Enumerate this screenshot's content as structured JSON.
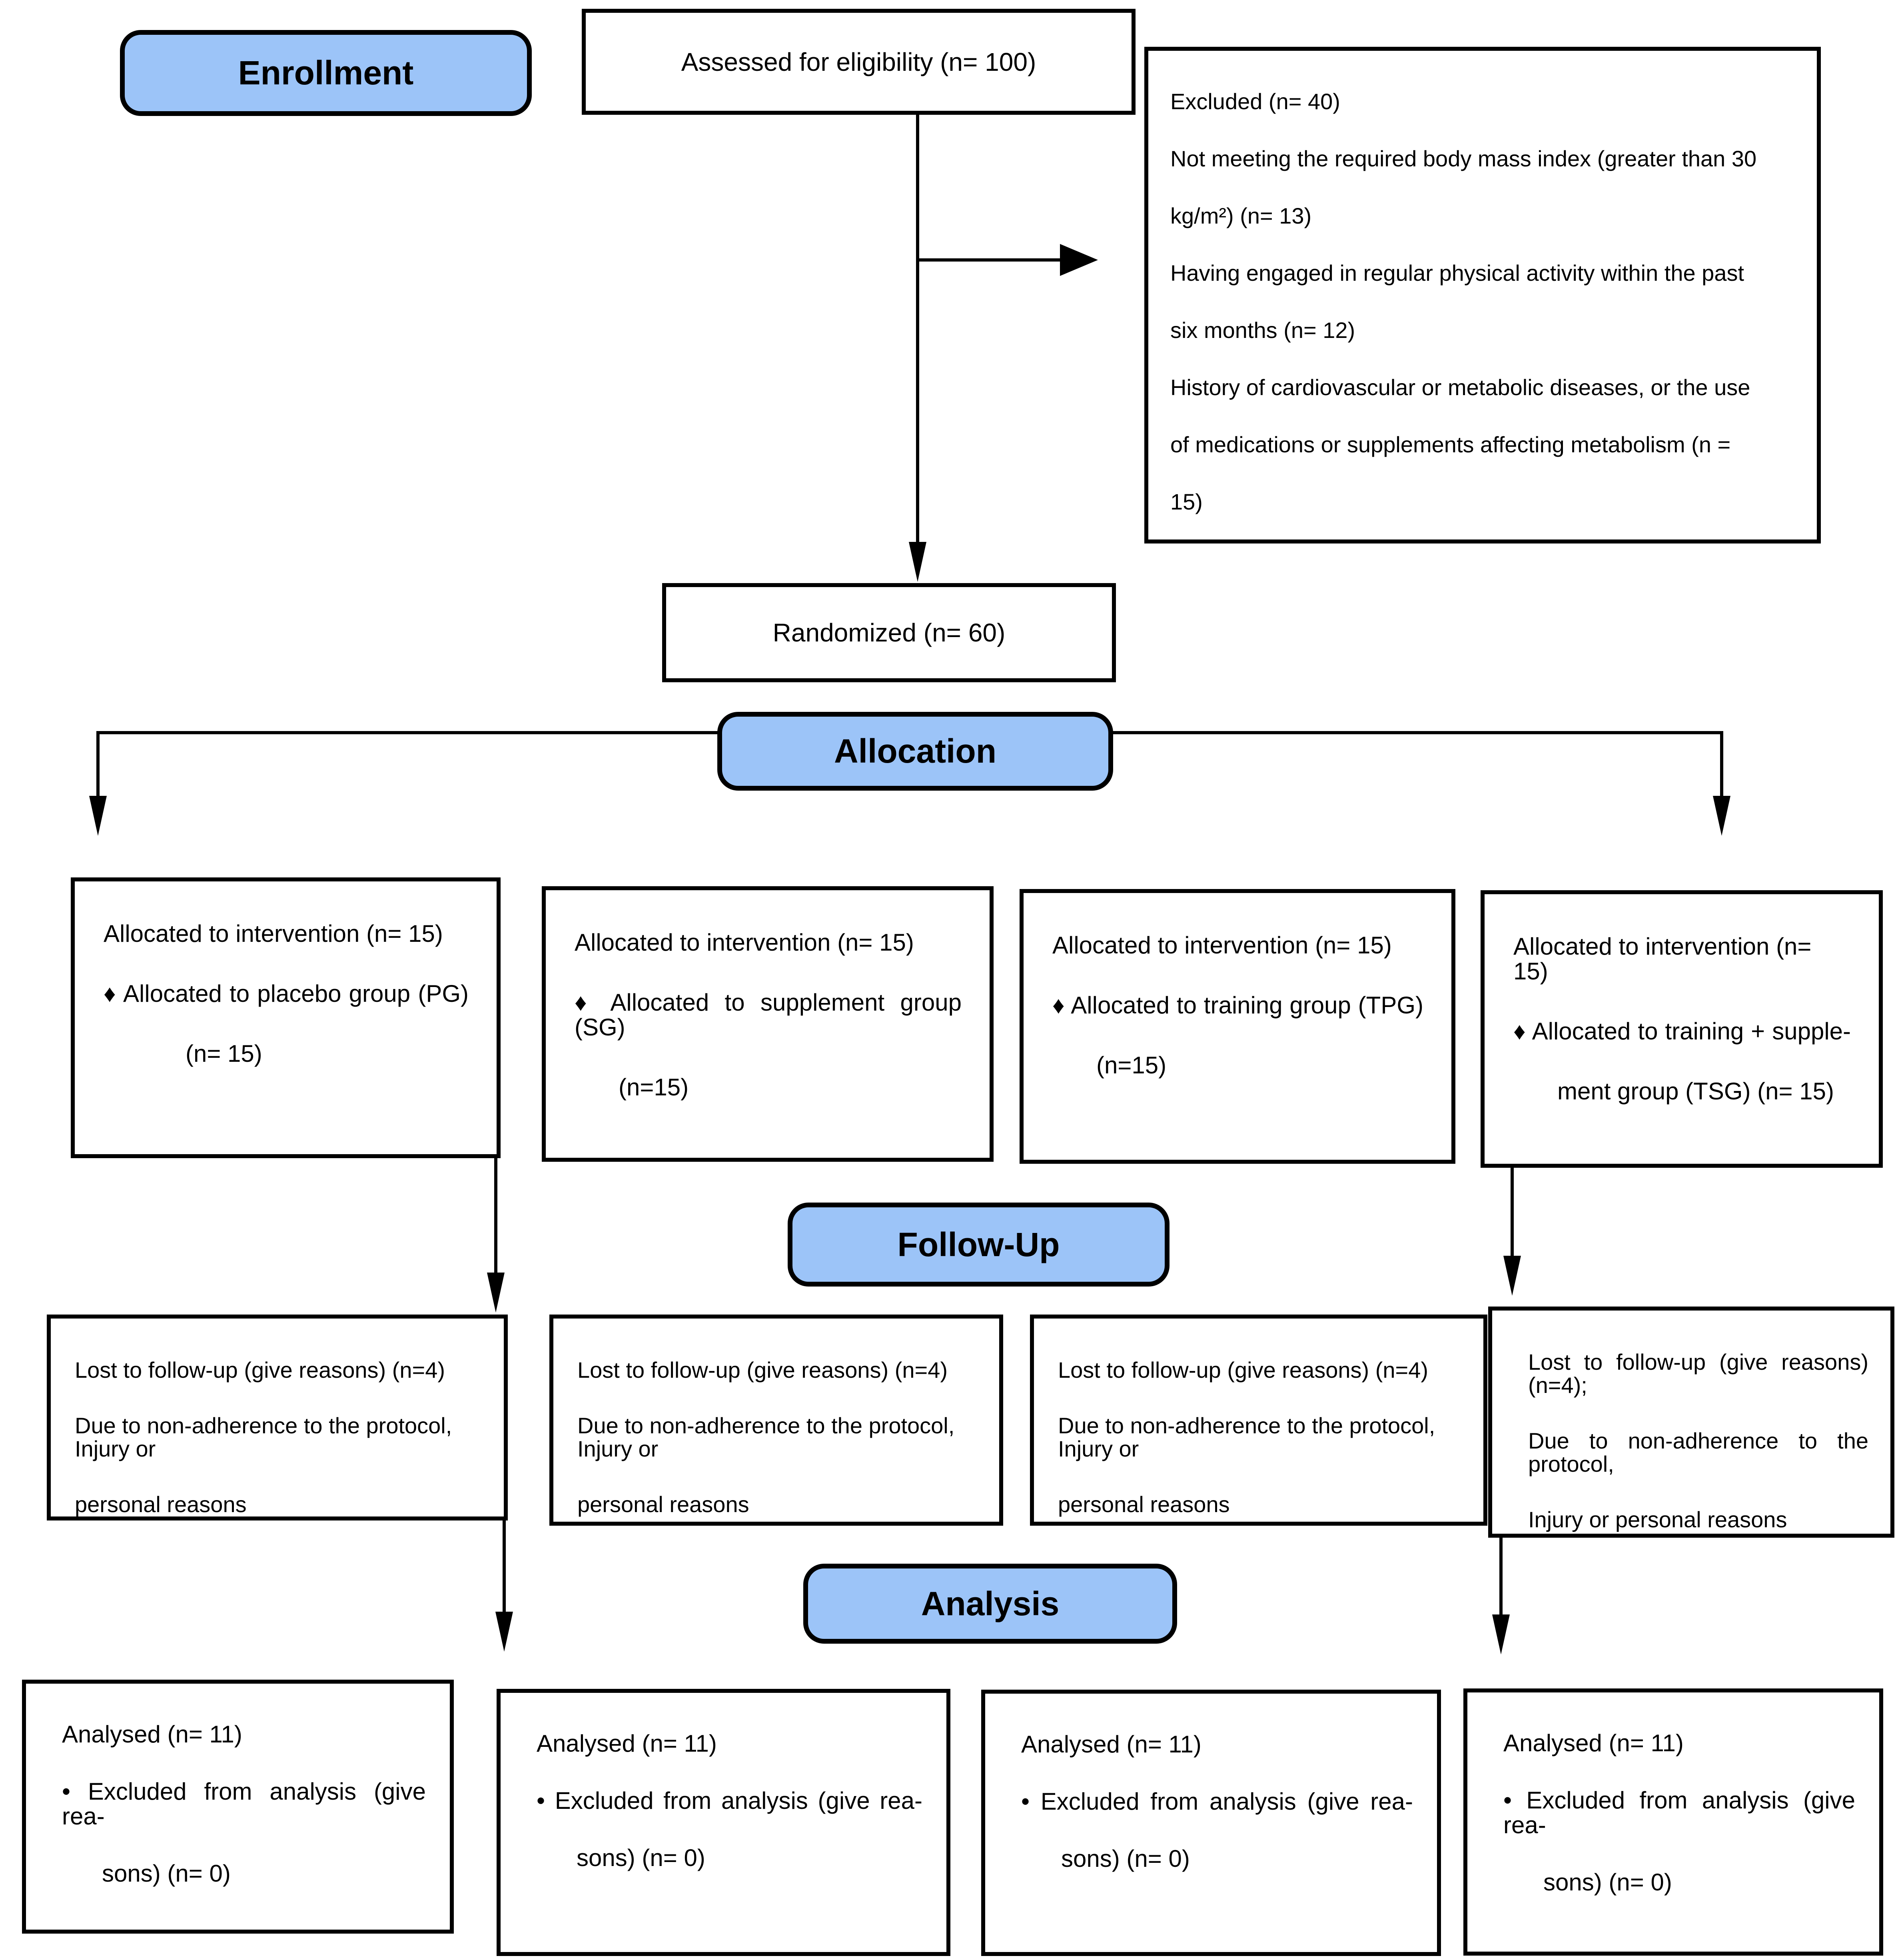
{
  "banners": {
    "enrollment": "Enrollment",
    "allocation": "Allocation",
    "followup": "Follow-Up",
    "analysis": "Analysis"
  },
  "assessed": {
    "text": "Assessed for eligibility (n= 100)"
  },
  "randomized": {
    "text": "Randomized (n= 60)"
  },
  "excluded": {
    "lines": [
      "Excluded (n= 40)",
      "Not meeting the required body mass index (greater than 30",
      "kg/m²) (n= 13)",
      "Having engaged in regular physical activity within the past",
      "six months (n= 12)",
      "History of cardiovascular or metabolic diseases, or the use",
      "of medications or supplements affecting metabolism (n =",
      "15)"
    ]
  },
  "allocation_boxes": [
    {
      "line1": "Allocated to intervention (n= 15)",
      "line2": "♦ Allocated to placebo group (PG)",
      "line3": "(n= 15)"
    },
    {
      "line1": "Allocated to intervention (n= 15)",
      "line2": "♦ Allocated to supplement group (SG)",
      "line3": "(n=15)"
    },
    {
      "line1": "Allocated to intervention (n= 15)",
      "line2": "♦ Allocated to training group (TPG)",
      "line3": "(n=15)"
    },
    {
      "line1": "Allocated to intervention (n= 15)",
      "line2": "♦ Allocated to training + supple-",
      "line3": "ment group (TSG) (n= 15)"
    }
  ],
  "followup_boxes": [
    {
      "line1": "Lost to follow-up (give reasons) (n=4)",
      "line2": "Due to non-adherence to the protocol, Injury or",
      "line3": "personal reasons"
    },
    {
      "line1": "Lost to follow-up (give reasons) (n=4)",
      "line2": "Due to non-adherence to the protocol, Injury or",
      "line3": "personal reasons"
    },
    {
      "line1": "Lost to follow-up (give reasons) (n=4)",
      "line2": "Due to non-adherence to the protocol, Injury or",
      "line3": "personal reasons"
    },
    {
      "line1": "Lost to follow-up (give reasons) (n=4);",
      "line2": "Due to non-adherence to the protocol,",
      "line3": "Injury or personal reasons"
    }
  ],
  "analysis_boxes": [
    {
      "line1": "Analysed (n= 11)",
      "line2": "• Excluded from analysis (give rea-",
      "line3": "sons) (n= 0)"
    },
    {
      "line1": "Analysed (n= 11)",
      "line2": "• Excluded from analysis (give rea-",
      "line3": "sons) (n= 0)"
    },
    {
      "line1": "Analysed (n= 11)",
      "line2": "• Excluded from analysis (give rea-",
      "line3": "sons) (n= 0)"
    },
    {
      "line1": "Analysed (n= 11)",
      "line2": "• Excluded from analysis (give rea-",
      "line3": "sons) (n= 0)"
    }
  ],
  "colors": {
    "banner_fill": "#9cc4f8",
    "border": "#000000",
    "background": "#ffffff"
  }
}
